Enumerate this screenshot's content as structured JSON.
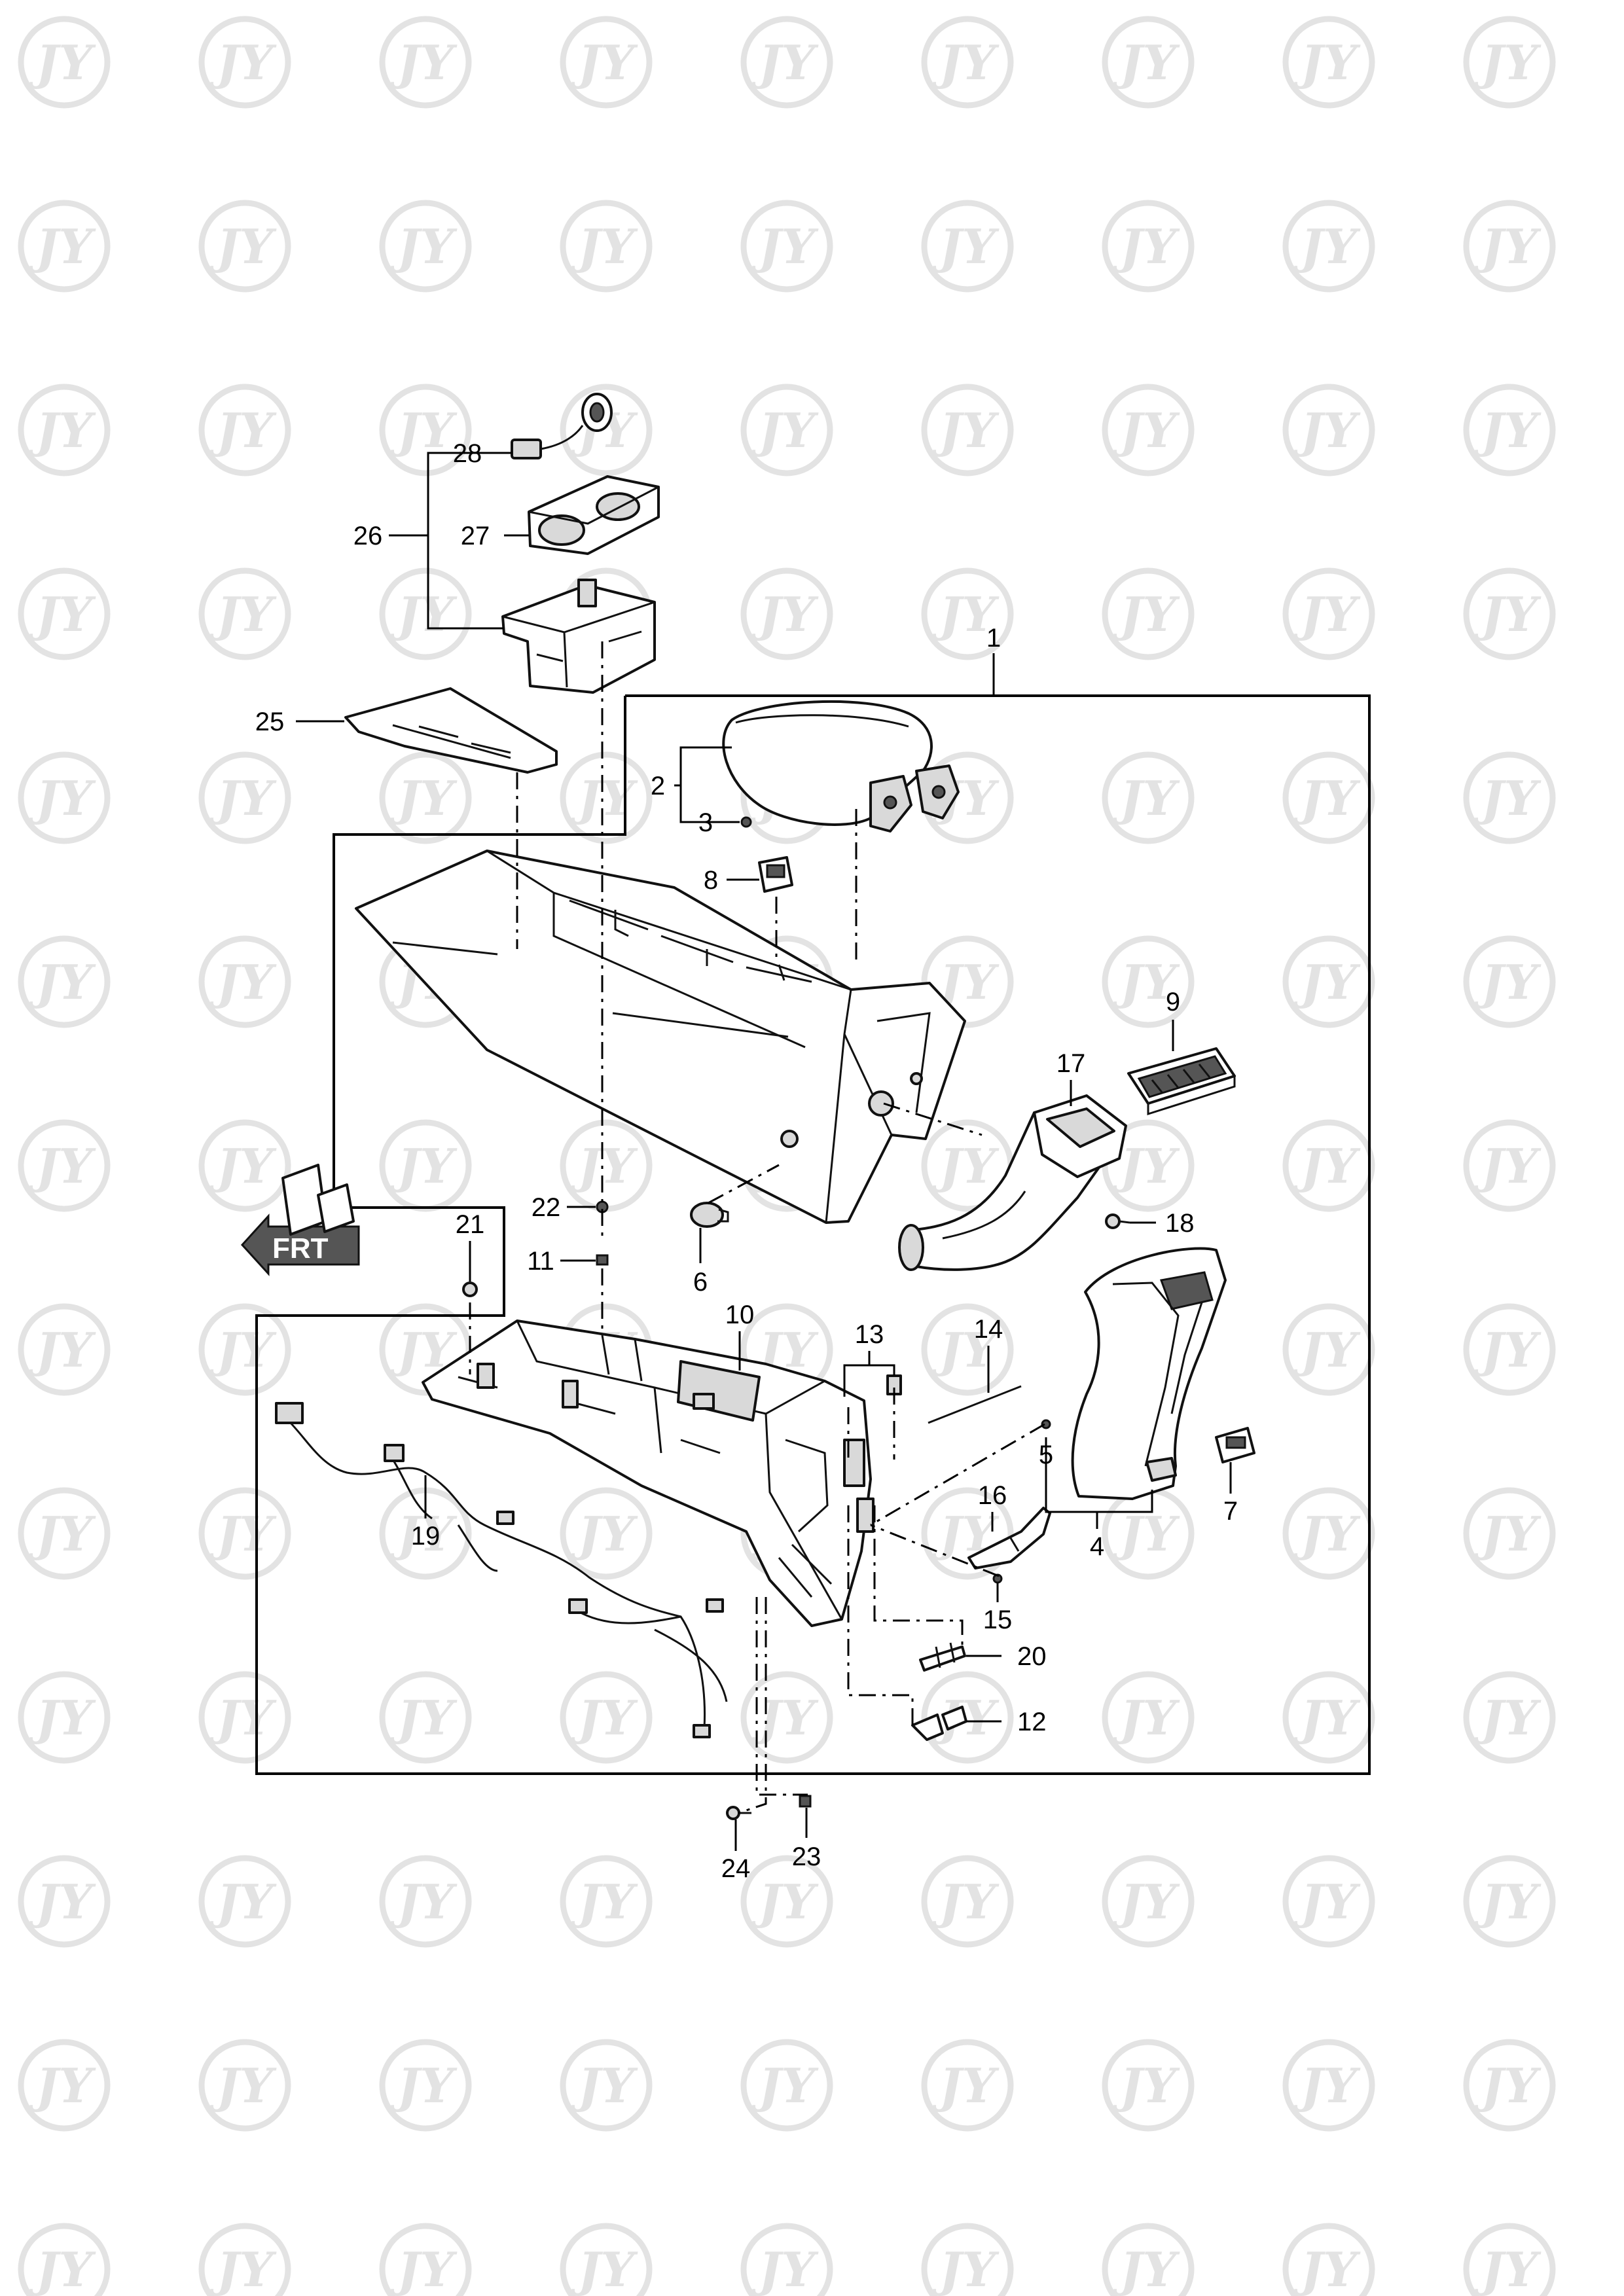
{
  "watermark": {
    "text": "JY",
    "color": "#e3e3e3"
  },
  "direction_marker": {
    "label": "FRT",
    "icon": "front-arrow-icon"
  },
  "callouts": [
    {
      "id": "1",
      "label": "1"
    },
    {
      "id": "2",
      "label": "2"
    },
    {
      "id": "3",
      "label": "3"
    },
    {
      "id": "4",
      "label": "4"
    },
    {
      "id": "5",
      "label": "5"
    },
    {
      "id": "6",
      "label": "6"
    },
    {
      "id": "7",
      "label": "7"
    },
    {
      "id": "8",
      "label": "8"
    },
    {
      "id": "9",
      "label": "9"
    },
    {
      "id": "10",
      "label": "10"
    },
    {
      "id": "11",
      "label": "11"
    },
    {
      "id": "12",
      "label": "12"
    },
    {
      "id": "13",
      "label": "13"
    },
    {
      "id": "14",
      "label": "14"
    },
    {
      "id": "15",
      "label": "15"
    },
    {
      "id": "16",
      "label": "16"
    },
    {
      "id": "17",
      "label": "17"
    },
    {
      "id": "18",
      "label": "18"
    },
    {
      "id": "19",
      "label": "19"
    },
    {
      "id": "20",
      "label": "20"
    },
    {
      "id": "21",
      "label": "21"
    },
    {
      "id": "22",
      "label": "22"
    },
    {
      "id": "23",
      "label": "23"
    },
    {
      "id": "24",
      "label": "24"
    },
    {
      "id": "25",
      "label": "25"
    },
    {
      "id": "26",
      "label": "26"
    },
    {
      "id": "27",
      "label": "27"
    },
    {
      "id": "28",
      "label": "28"
    }
  ]
}
